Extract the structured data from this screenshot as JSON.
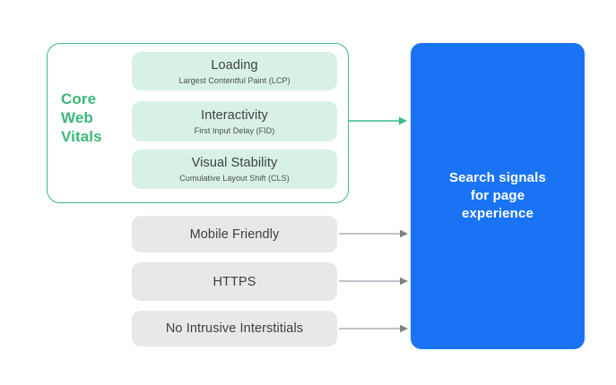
{
  "diagram": {
    "title": "Search signals for page experience",
    "colors": {
      "green_outline": "#3fb886",
      "green_label_text": "#3cb878",
      "card_green_bg": "#d7f2e3",
      "card_gray_bg": "#e8e8e9",
      "card_text": "#3c4043",
      "blue_panel": "#1a73f5",
      "blue_panel_text": "#ffffff",
      "arrow_green": "#3fb886",
      "arrow_gray": "#9aa0a6",
      "background": "#ffffff"
    },
    "core_web_vitals": {
      "label_lines": [
        "Core",
        "Web",
        "Vitals"
      ],
      "label_full": "Core Web Vitals",
      "cards": [
        {
          "title": "Loading",
          "subtitle": "Largest Contentful Paint (LCP)"
        },
        {
          "title": "Interactivity",
          "subtitle": "First Input Delay (FID)"
        },
        {
          "title": "Visual Stability",
          "subtitle": "Cumulative Layout Shift (CLS)"
        }
      ]
    },
    "other_signals": [
      {
        "title": "Mobile Friendly"
      },
      {
        "title": "HTTPS"
      },
      {
        "title": "No Intrusive Interstitials"
      }
    ],
    "output_panel": {
      "lines": [
        "Search signals",
        "for page",
        "experience"
      ],
      "full_text": "Search signals for page experience"
    },
    "arrows": [
      {
        "name": "arrow-core-web-vitals",
        "color": "#3fb886"
      },
      {
        "name": "arrow-mobile-friendly",
        "color": "#9aa0a6"
      },
      {
        "name": "arrow-https",
        "color": "#9aa0a6"
      },
      {
        "name": "arrow-interstitials",
        "color": "#9aa0a6"
      }
    ]
  }
}
